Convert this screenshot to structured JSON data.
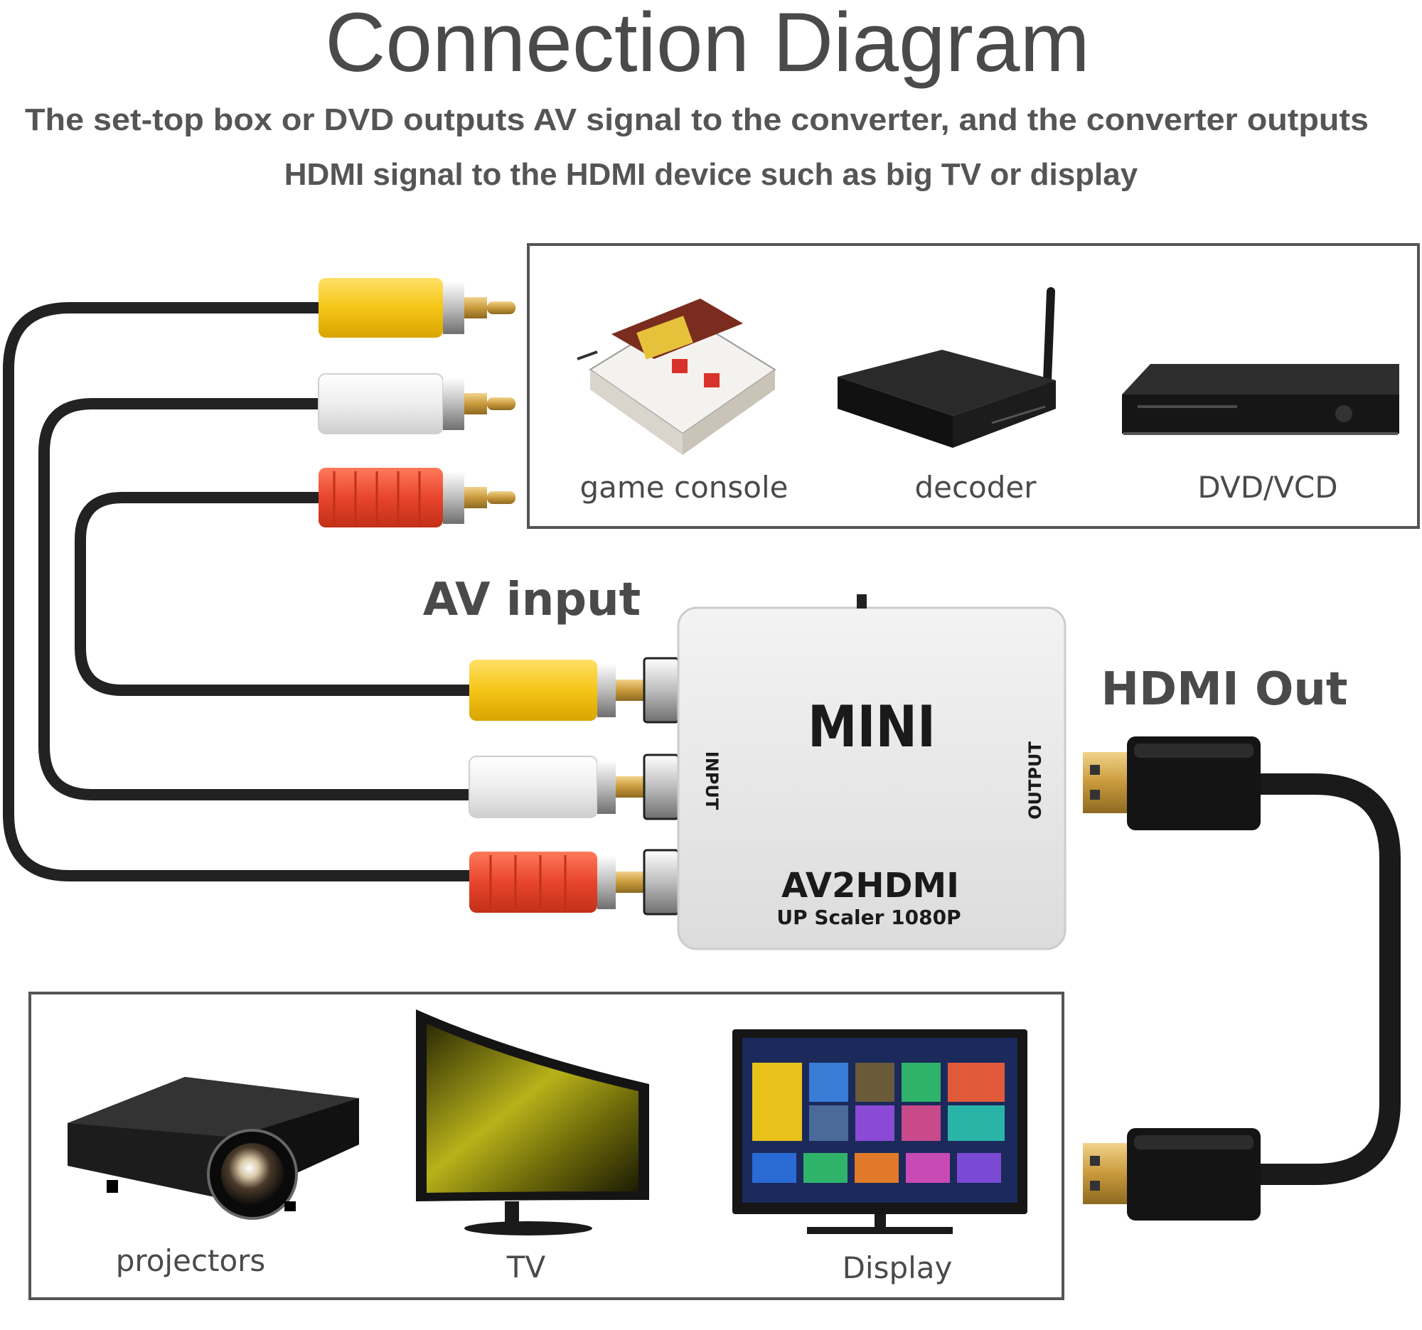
{
  "title": "Connection Diagram",
  "subtitle_line1": "The set-top box or DVD outputs AV signal to the converter, and the converter outputs",
  "subtitle_line2": "HDMI signal to the HDMI device such as big TV or display",
  "sources": [
    {
      "label": "game console"
    },
    {
      "label": "decoder"
    },
    {
      "label": "DVD/VCD"
    }
  ],
  "outputs": [
    {
      "label": "projectors"
    },
    {
      "label": "TV"
    },
    {
      "label": "Display"
    }
  ],
  "av_input_label": "AV input",
  "hdmi_out_label": "HDMI Out",
  "converter": {
    "brand": "MINI",
    "input_port": "INPUT",
    "output_port": "OUTPUT",
    "model": "AV2HDMI",
    "model_sub": "UP Scaler 1080P"
  },
  "colors": {
    "rca_yellow": "#f5c518",
    "rca_white": "#f0f0f0",
    "rca_red": "#e8452c",
    "cable": "#222222",
    "gold": "#c99a3c",
    "frame": "#555555"
  },
  "icons": [
    "game-console-icon",
    "decoder-icon",
    "dvd-player-icon",
    "projector-icon",
    "tv-icon",
    "display-icon",
    "rca-plug-icon",
    "hdmi-plug-icon"
  ]
}
